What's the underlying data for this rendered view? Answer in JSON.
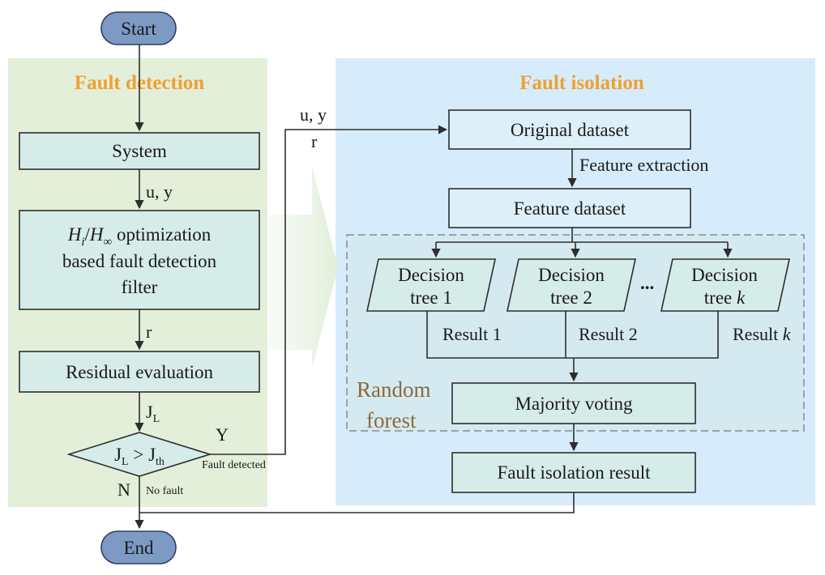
{
  "sections": {
    "detection_title": "Fault detection",
    "isolation_title": "Fault isolation"
  },
  "terminals": {
    "start": "Start",
    "end": "End"
  },
  "detection": {
    "system": "System",
    "filter_line1_rest": "optimization",
    "filter_line2": "based fault detection",
    "filter_line3": "filter",
    "residual": "Residual evaluation"
  },
  "decision": {
    "lhs": "J",
    "lhs_sub": "L",
    "op": ">",
    "rhs": "J",
    "rhs_sub": "th",
    "yes": "Y",
    "yes_note": "Fault detected",
    "no": "N",
    "no_note": "No fault"
  },
  "edges": {
    "uy_left": "u, y",
    "r_left": "r",
    "jl": "J",
    "jl_sub": "L",
    "uy_right": "u, y",
    "r_right": "r",
    "feature_extraction": "Feature extraction"
  },
  "isolation": {
    "original": "Original dataset",
    "feature": "Feature dataset",
    "random_forest_line1": "Random",
    "random_forest_line2": "forest",
    "voting": "Majority voting",
    "result": "Fault isolation result",
    "ellipsis": "..."
  },
  "trees": [
    {
      "line1": "Decision",
      "line2_prefix": "tree",
      "index": "1",
      "index_italic": false,
      "result_prefix": "Result",
      "result_index": "1"
    },
    {
      "line1": "Decision",
      "line2_prefix": "tree",
      "index": "2",
      "index_italic": false,
      "result_prefix": "Result",
      "result_index": "2"
    },
    {
      "line1": "Decision",
      "line2_prefix": "tree",
      "index": "k",
      "index_italic": true,
      "result_prefix": "Result",
      "result_index": "k"
    }
  ],
  "colors": {
    "detection_bg": "#e3efd9",
    "isolation_bg": "#d6ecfa",
    "title_orange": "#f0a030",
    "terminal_fill": "#7c9ac4",
    "box_fill": "#d6ece9"
  }
}
